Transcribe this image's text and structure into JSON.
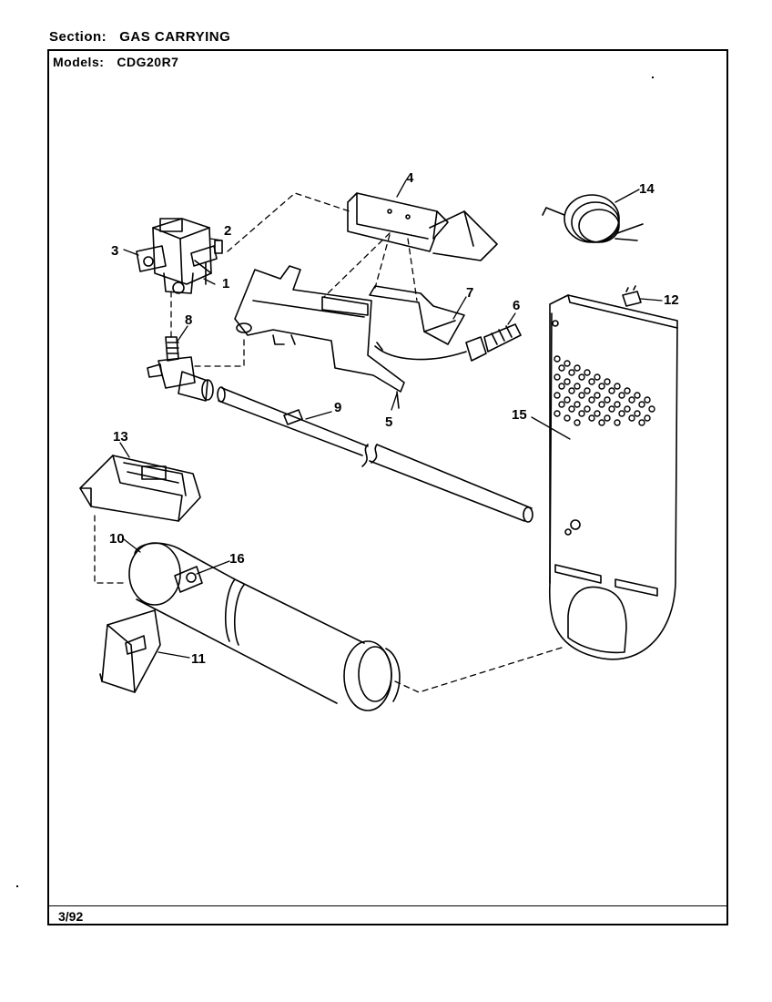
{
  "header": {
    "section_label": "Section:",
    "section_value": "GAS CARRYING",
    "models_label": "Models:",
    "models_value": "CDG20R7"
  },
  "footer": {
    "date": "3/92"
  },
  "callouts": {
    "c1": "1",
    "c2": "2",
    "c3": "3",
    "c4": "4",
    "c5": "5",
    "c6": "6",
    "c7": "7",
    "c8": "8",
    "c9": "9",
    "c10": "10",
    "c11": "11",
    "c12": "12",
    "c13": "13",
    "c14": "14",
    "c15": "15",
    "c16": "16"
  }
}
